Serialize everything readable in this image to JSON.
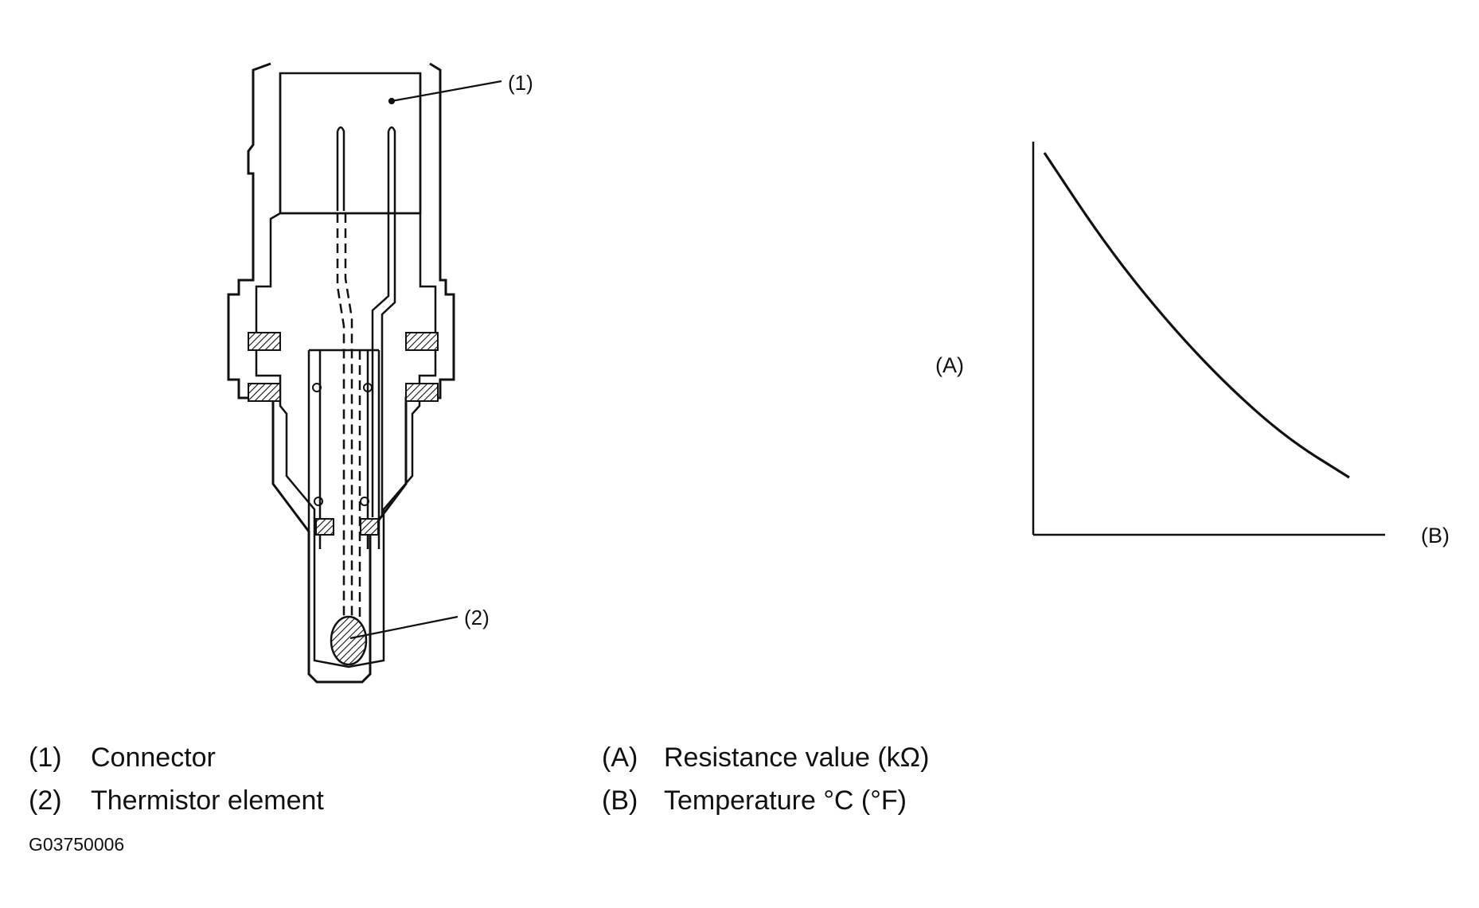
{
  "callouts": {
    "c1": "(1)",
    "c2": "(2)"
  },
  "graph": {
    "type": "line",
    "y_axis_label": "(A)",
    "x_axis_label": "(B)",
    "trend": "decreasing",
    "x": [
      0,
      0.2,
      0.4,
      0.6,
      0.8,
      1.0
    ],
    "y": [
      1.0,
      0.76,
      0.56,
      0.39,
      0.25,
      0.15
    ]
  },
  "legend": {
    "left": [
      {
        "key": "(1)",
        "text": "Connector"
      },
      {
        "key": "(2)",
        "text": "Thermistor element"
      }
    ],
    "right": [
      {
        "key": "(A)",
        "text": "Resistance value (kΩ)"
      },
      {
        "key": "(B)",
        "text": "Temperature °C (°F)"
      }
    ]
  },
  "figure_id": "G03750006"
}
